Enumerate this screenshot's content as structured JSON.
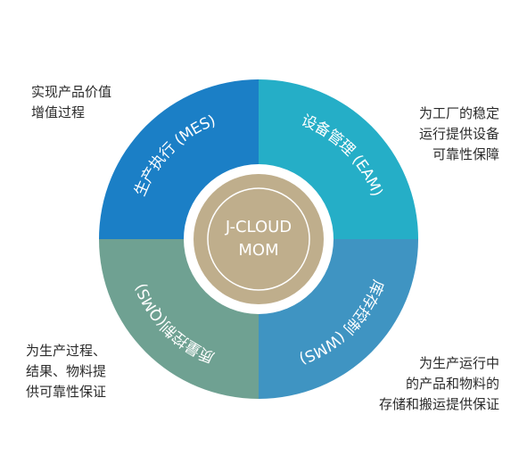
{
  "diagram": {
    "center": {
      "line1": "J-CLOUD",
      "line2": "MOM"
    },
    "segments": [
      {
        "id": "mes",
        "label": "生产执行 (MES)",
        "color": "#1b7fc6"
      },
      {
        "id": "eam",
        "label": "设备管理 (EAM)",
        "color": "#25aec7"
      },
      {
        "id": "wms",
        "label": "库存控制 (WMS)",
        "color": "#3f94c2"
      },
      {
        "id": "qms",
        "label": "质量控制(QMS)",
        "color": "#6fa192"
      }
    ],
    "notes": {
      "top_left": [
        "实现产品价值",
        "增值过程"
      ],
      "top_right": [
        "为工厂的稳定",
        "运行提供设备",
        "可靠性保障"
      ],
      "bottom_left": [
        "为生产过程、",
        "结果、物料提",
        "供可靠性保证"
      ],
      "bottom_right": [
        "为生产运行中",
        "的产品和物料的",
        "存储和搬运提供保证"
      ]
    },
    "colors": {
      "ring_inner": "#ffffff",
      "core": "#bfae8c",
      "core_ring": "#ffffff"
    }
  }
}
